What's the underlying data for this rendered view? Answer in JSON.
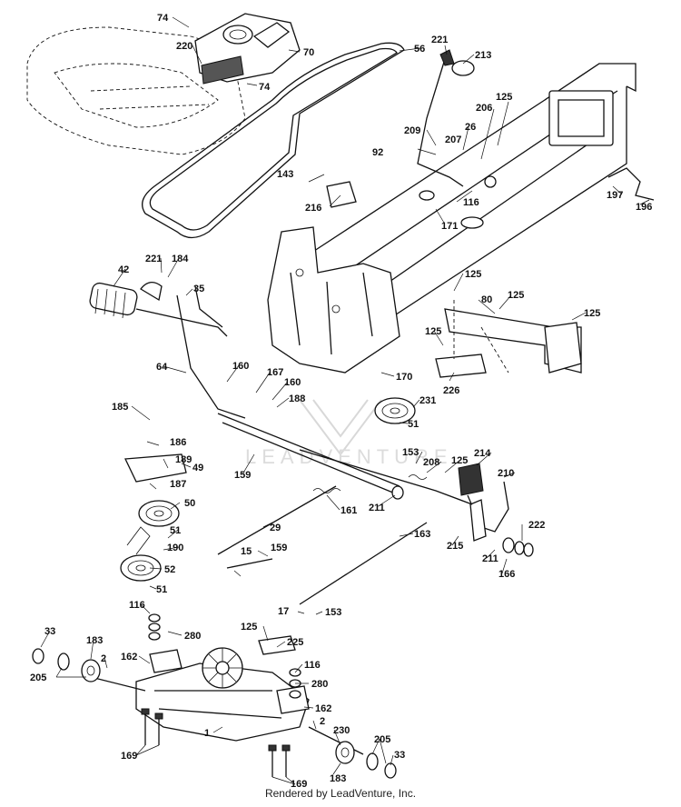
{
  "footer": {
    "rendered_by": "Rendered by LeadVenture, Inc."
  },
  "watermark": {
    "text": "LEADVENTURE"
  },
  "callouts": {
    "c74a": "74",
    "c220": "220",
    "c70": "70",
    "c74b": "74",
    "c56": "56",
    "c221a": "221",
    "c213": "213",
    "c125a": "125",
    "c206": "206",
    "c209": "209",
    "c26": "26",
    "c92": "92",
    "c207": "207",
    "c143": "143",
    "c216": "216",
    "c116a": "116",
    "c197": "197",
    "c196": "196",
    "c171": "171",
    "c221b": "221",
    "c184": "184",
    "c42": "42",
    "c35": "35",
    "c125b": "125",
    "c80": "80",
    "c125c": "125",
    "c125d": "125",
    "c125e": "125",
    "c226": "226",
    "c64": "64",
    "c160a": "160",
    "c167": "167",
    "c160b": "160",
    "c188": "188",
    "c170": "170",
    "c231": "231",
    "c51a": "51",
    "c185": "185",
    "c186": "186",
    "c159a": "159",
    "c189": "189",
    "c49": "49",
    "c187": "187",
    "c153a": "153",
    "c208": "208",
    "c125f": "125",
    "c214": "214",
    "c210": "210",
    "c50": "50",
    "c161": "161",
    "c211a": "211",
    "c51b": "51",
    "c190": "190",
    "c29": "29",
    "c163": "163",
    "c222": "222",
    "c215": "215",
    "c211b": "211",
    "c166": "166",
    "c52": "52",
    "c15": "15",
    "c159b": "159",
    "c51c": "51",
    "c116b": "116",
    "c17": "17",
    "c153b": "153",
    "c280a": "280",
    "c33a": "33",
    "c183a": "183",
    "c125g": "125",
    "c225": "225",
    "c2a": "2",
    "c162a": "162",
    "c116c": "116",
    "c205a": "205",
    "c280b": "280",
    "c162b": "162",
    "c2b": "2",
    "c1": "1",
    "c230": "230",
    "c205b": "205",
    "c33b": "33",
    "c169a": "169",
    "c183b": "183",
    "c169b": "169"
  }
}
